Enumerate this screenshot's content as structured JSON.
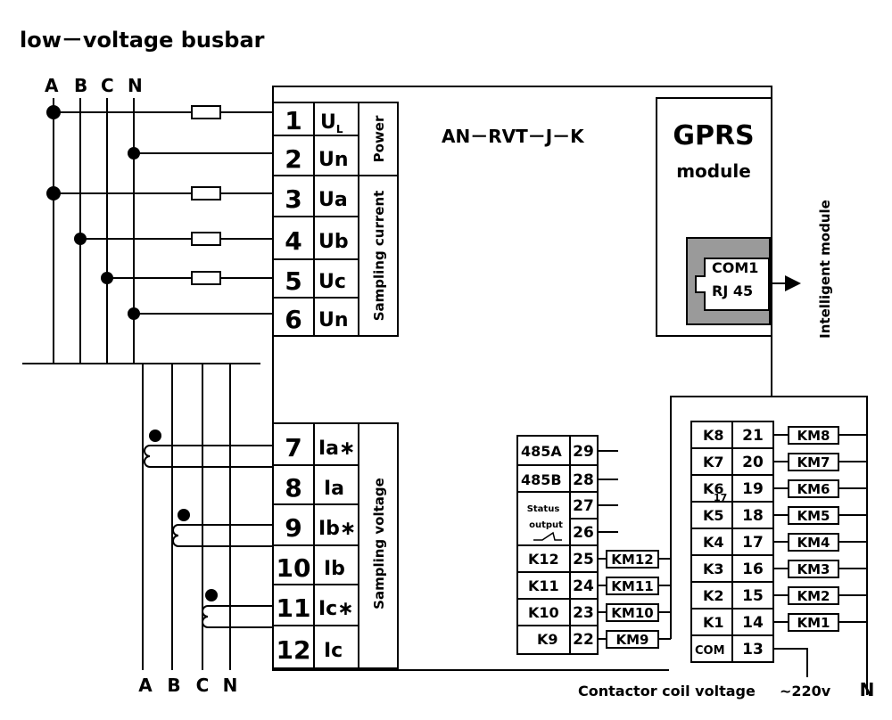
{
  "title": "low－voltage busbar",
  "model": "AN－RVT－J－K",
  "gprs": {
    "line1": "GPRS",
    "line2": "module",
    "com": "COM1",
    "rj": "RJ 45",
    "arrow_label": "Intelligent module"
  },
  "phases_top": [
    "A",
    "B",
    "C",
    "N"
  ],
  "phases_bottom": [
    "A",
    "B",
    "C",
    "N"
  ],
  "voltage_terminals": [
    {
      "num": "1",
      "sig": "U",
      "sub": "L"
    },
    {
      "num": "2",
      "sig": "Un",
      "sub": ""
    },
    {
      "num": "3",
      "sig": "Ua",
      "sub": ""
    },
    {
      "num": "4",
      "sig": "Ub",
      "sub": ""
    },
    {
      "num": "5",
      "sig": "Uc",
      "sub": ""
    },
    {
      "num": "6",
      "sig": "Un",
      "sub": ""
    }
  ],
  "group_labels": {
    "power": "Power",
    "sampling_current": "Sampling current",
    "sampling_voltage": "Sampling voltage"
  },
  "current_terminals": [
    {
      "num": "7",
      "sig": "Ia∗"
    },
    {
      "num": "8",
      "sig": "Ia"
    },
    {
      "num": "9",
      "sig": "Ib∗"
    },
    {
      "num": "10",
      "sig": "Ib"
    },
    {
      "num": "11",
      "sig": "Ic∗"
    },
    {
      "num": "12",
      "sig": "Ic"
    }
  ],
  "left_relay_block": [
    {
      "label": "485A",
      "num": "29",
      "km": ""
    },
    {
      "label": "485B",
      "num": "28",
      "km": ""
    },
    {
      "label": "",
      "num": "27",
      "km": ""
    },
    {
      "label": "",
      "num": "26",
      "km": ""
    },
    {
      "label": "K12",
      "num": "25",
      "km": "KM12"
    },
    {
      "label": "K11",
      "num": "24",
      "km": "KM11"
    },
    {
      "label": "K10",
      "num": "23",
      "km": "KM10"
    },
    {
      "label": "K9",
      "num": "22",
      "km": "KM9"
    }
  ],
  "status_output": {
    "line1": "Status",
    "line2": "output"
  },
  "right_relay_block": [
    {
      "label": "K8",
      "num": "21",
      "km": "KM8"
    },
    {
      "label": "K7",
      "num": "20",
      "km": "KM7"
    },
    {
      "label": "K6",
      "num": "19",
      "km": "KM6",
      "extra": "17"
    },
    {
      "label": "K5",
      "num": "18",
      "km": "KM5"
    },
    {
      "label": "K4",
      "num": "17",
      "km": "KM4"
    },
    {
      "label": "K3",
      "num": "16",
      "km": "KM3"
    },
    {
      "label": "K2",
      "num": "15",
      "km": "KM2"
    },
    {
      "label": "K1",
      "num": "14",
      "km": "KM1"
    },
    {
      "label": "COM",
      "num": "13",
      "km": ""
    }
  ],
  "footer": {
    "coil_voltage": "Contactor coil voltage",
    "supply": "~220v",
    "neutral": "N"
  }
}
